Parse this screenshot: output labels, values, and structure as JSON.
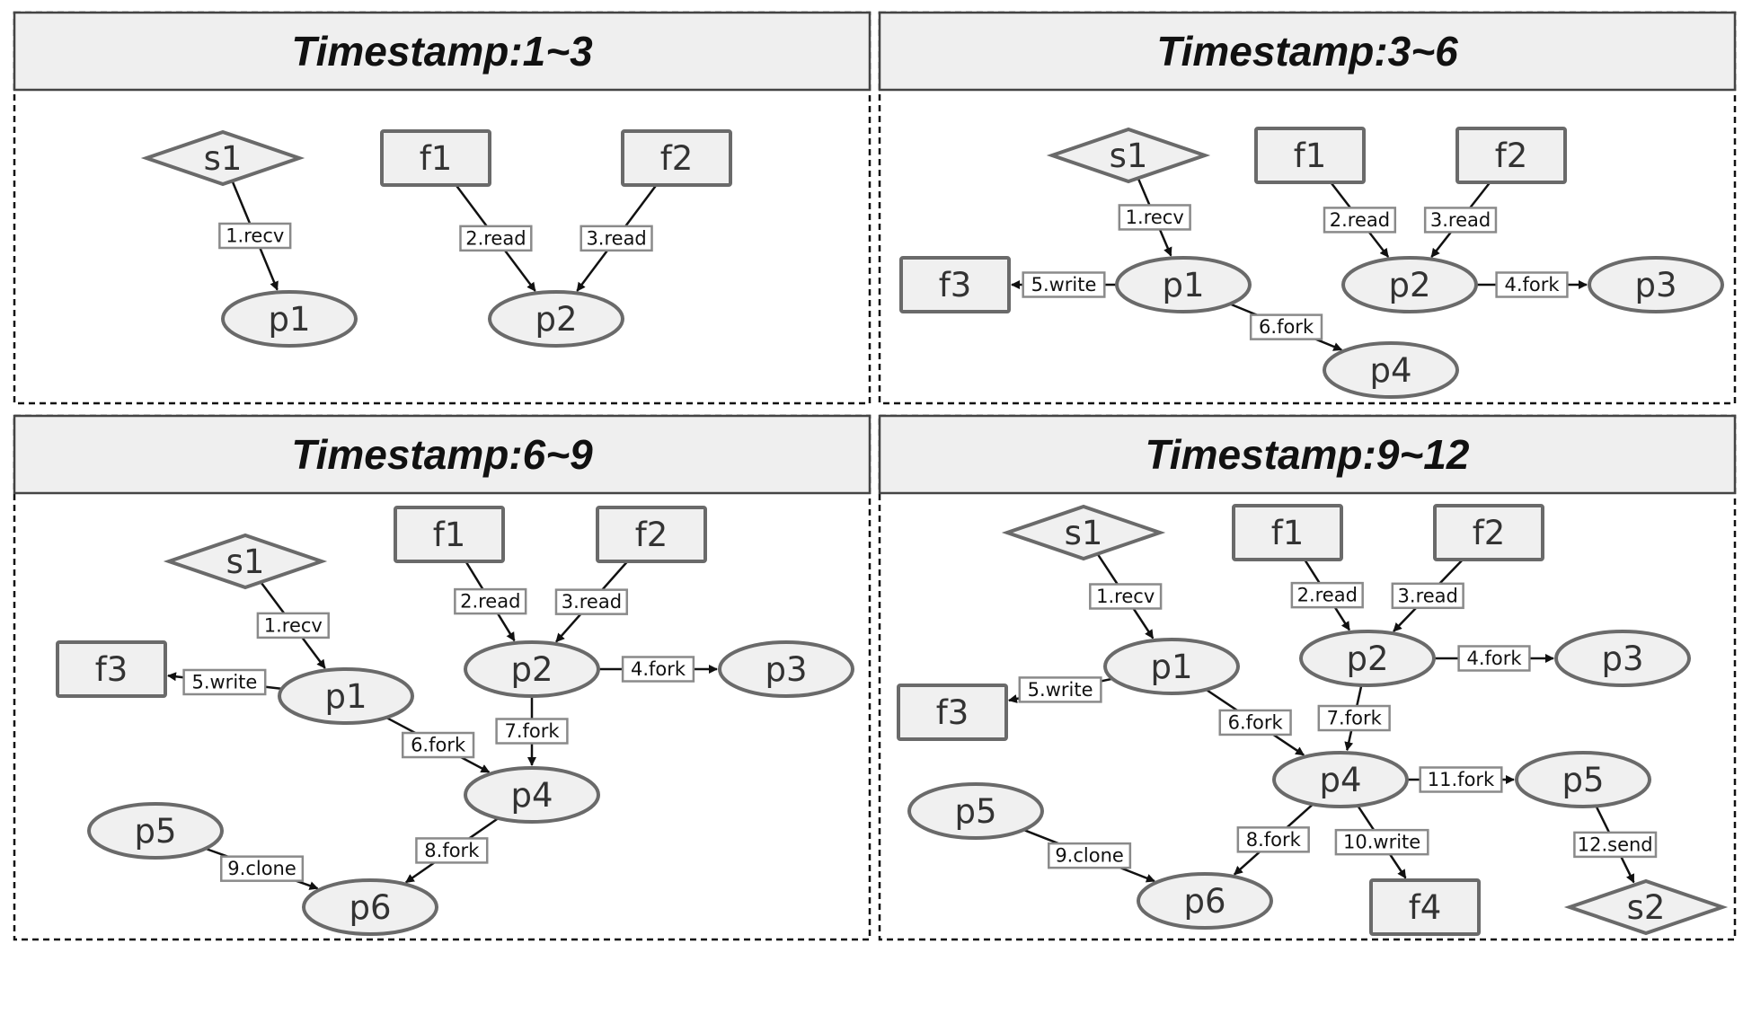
{
  "panels": [
    {
      "title": "Timestamp:1~3",
      "nodes": [
        {
          "id": "s1",
          "label": "s1",
          "shape": "diamond"
        },
        {
          "id": "f1",
          "label": "f1",
          "shape": "rect"
        },
        {
          "id": "f2",
          "label": "f2",
          "shape": "rect"
        },
        {
          "id": "p1",
          "label": "p1",
          "shape": "ellipse"
        },
        {
          "id": "p2",
          "label": "p2",
          "shape": "ellipse"
        }
      ],
      "edges": [
        {
          "from": "s1",
          "to": "p1",
          "label": "1.recv"
        },
        {
          "from": "f1",
          "to": "p2",
          "label": "2.read"
        },
        {
          "from": "f2",
          "to": "p2",
          "label": "3.read"
        }
      ]
    },
    {
      "title": "Timestamp:3~6",
      "nodes": [
        {
          "id": "s1",
          "label": "s1",
          "shape": "diamond"
        },
        {
          "id": "f1",
          "label": "f1",
          "shape": "rect"
        },
        {
          "id": "f2",
          "label": "f2",
          "shape": "rect"
        },
        {
          "id": "f3",
          "label": "f3",
          "shape": "rect"
        },
        {
          "id": "p1",
          "label": "p1",
          "shape": "ellipse"
        },
        {
          "id": "p2",
          "label": "p2",
          "shape": "ellipse"
        },
        {
          "id": "p3",
          "label": "p3",
          "shape": "ellipse"
        },
        {
          "id": "p4",
          "label": "p4",
          "shape": "ellipse"
        }
      ],
      "edges": [
        {
          "from": "s1",
          "to": "p1",
          "label": "1.recv"
        },
        {
          "from": "f1",
          "to": "p2",
          "label": "2.read"
        },
        {
          "from": "f2",
          "to": "p2",
          "label": "3.read"
        },
        {
          "from": "p2",
          "to": "p3",
          "label": "4.fork"
        },
        {
          "from": "p1",
          "to": "f3",
          "label": "5.write"
        },
        {
          "from": "p1",
          "to": "p4",
          "label": "6.fork"
        }
      ]
    },
    {
      "title": "Timestamp:6~9",
      "nodes": [
        {
          "id": "s1",
          "label": "s1",
          "shape": "diamond"
        },
        {
          "id": "f1",
          "label": "f1",
          "shape": "rect"
        },
        {
          "id": "f2",
          "label": "f2",
          "shape": "rect"
        },
        {
          "id": "f3",
          "label": "f3",
          "shape": "rect"
        },
        {
          "id": "p1",
          "label": "p1",
          "shape": "ellipse"
        },
        {
          "id": "p2",
          "label": "p2",
          "shape": "ellipse"
        },
        {
          "id": "p3",
          "label": "p3",
          "shape": "ellipse"
        },
        {
          "id": "p4",
          "label": "p4",
          "shape": "ellipse"
        },
        {
          "id": "p5",
          "label": "p5",
          "shape": "ellipse"
        },
        {
          "id": "p6",
          "label": "p6",
          "shape": "ellipse"
        }
      ],
      "edges": [
        {
          "from": "s1",
          "to": "p1",
          "label": "1.recv"
        },
        {
          "from": "f1",
          "to": "p2",
          "label": "2.read"
        },
        {
          "from": "f2",
          "to": "p2",
          "label": "3.read"
        },
        {
          "from": "p2",
          "to": "p3",
          "label": "4.fork"
        },
        {
          "from": "p1",
          "to": "f3",
          "label": "5.write"
        },
        {
          "from": "p1",
          "to": "p4",
          "label": "6.fork"
        },
        {
          "from": "p2",
          "to": "p4",
          "label": "7.fork"
        },
        {
          "from": "p4",
          "to": "p6",
          "label": "8.fork"
        },
        {
          "from": "p5",
          "to": "p6",
          "label": "9.clone"
        }
      ]
    },
    {
      "title": "Timestamp:9~12",
      "nodes": [
        {
          "id": "s1",
          "label": "s1",
          "shape": "diamond"
        },
        {
          "id": "f1",
          "label": "f1",
          "shape": "rect"
        },
        {
          "id": "f2",
          "label": "f2",
          "shape": "rect"
        },
        {
          "id": "f3",
          "label": "f3",
          "shape": "rect"
        },
        {
          "id": "p1",
          "label": "p1",
          "shape": "ellipse"
        },
        {
          "id": "p2",
          "label": "p2",
          "shape": "ellipse"
        },
        {
          "id": "p3",
          "label": "p3",
          "shape": "ellipse"
        },
        {
          "id": "p4",
          "label": "p4",
          "shape": "ellipse"
        },
        {
          "id": "p5a",
          "label": "p5",
          "shape": "ellipse"
        },
        {
          "id": "p5b",
          "label": "p5",
          "shape": "ellipse"
        },
        {
          "id": "p6",
          "label": "p6",
          "shape": "ellipse"
        },
        {
          "id": "f4",
          "label": "f4",
          "shape": "rect"
        },
        {
          "id": "s2",
          "label": "s2",
          "shape": "diamond"
        }
      ],
      "edges": [
        {
          "from": "s1",
          "to": "p1",
          "label": "1.recv"
        },
        {
          "from": "f1",
          "to": "p2",
          "label": "2.read"
        },
        {
          "from": "f2",
          "to": "p2",
          "label": "3.read"
        },
        {
          "from": "p2",
          "to": "p3",
          "label": "4.fork"
        },
        {
          "from": "p1",
          "to": "f3",
          "label": "5.write"
        },
        {
          "from": "p1",
          "to": "p4",
          "label": "6.fork"
        },
        {
          "from": "p2",
          "to": "p4",
          "label": "7.fork"
        },
        {
          "from": "p4",
          "to": "p6",
          "label": "8.fork"
        },
        {
          "from": "p5a",
          "to": "p6",
          "label": "9.clone"
        },
        {
          "from": "p4",
          "to": "f4",
          "label": "10.write"
        },
        {
          "from": "p4",
          "to": "p5b",
          "label": "11.fork"
        },
        {
          "from": "p5b",
          "to": "s2",
          "label": "12.send"
        }
      ]
    }
  ]
}
